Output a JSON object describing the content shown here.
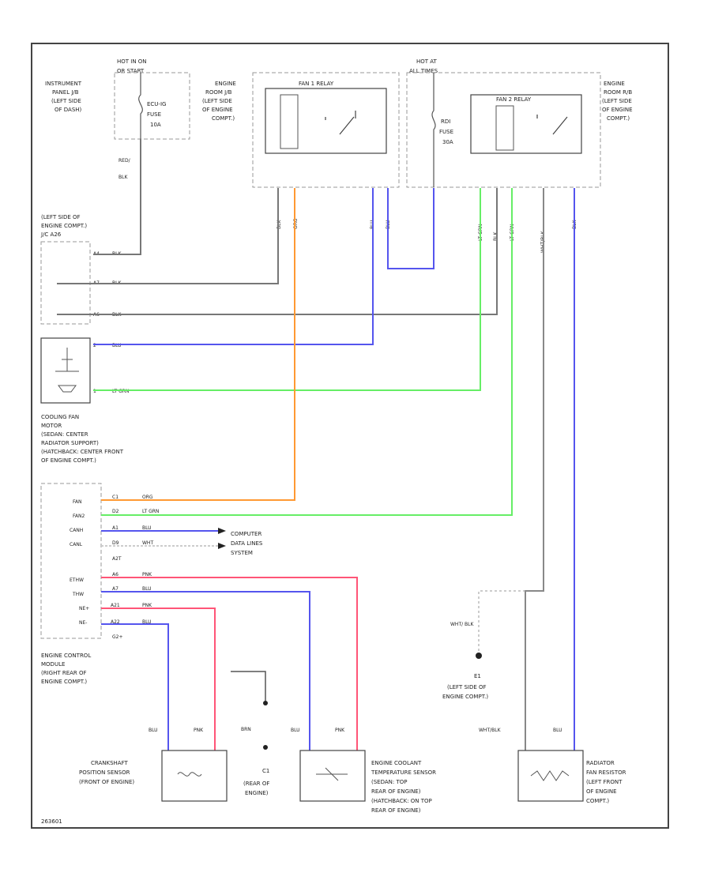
{
  "diagram": {
    "power_left": [
      "HOT IN ON",
      "OR START"
    ],
    "power_right": [
      "HOT AT",
      "ALL TIMES"
    ],
    "instrument_panel_jb": [
      "INSTRUMENT",
      "PANEL J/B",
      "(LEFT SIDE",
      "OF DASH)"
    ],
    "ecu_ig_fuse": [
      "ECU-IG",
      "FUSE",
      "10A"
    ],
    "engine_room_jb_left": [
      "ENGINE",
      "ROOM J/B",
      "(LEFT SIDE",
      "OF ENGINE",
      "COMPT.)"
    ],
    "engine_room_rb": [
      "ENGINE",
      "ROOM R/B",
      "(LEFT SIDE",
      "OF ENGINE",
      "COMPT.)"
    ],
    "fan_relay": "FAN 1 RELAY",
    "fan_relay2": "FAN 2 RELAY",
    "rdi_fuse": [
      "RDI",
      "FUSE",
      "30A"
    ],
    "wire_red_blk": [
      "RED/",
      "BLK"
    ],
    "j_block_label": [
      "(LEFT SIDE OF",
      "ENGINE COMPT.)",
      "J/C A26"
    ],
    "j_pins": [
      {
        "pin": "A4",
        "color": "BLK"
      },
      {
        "pin": "A7",
        "color": "BLK"
      },
      {
        "pin": "A6",
        "color": "BLK"
      }
    ],
    "fan_motor_pins": [
      {
        "pin": "2",
        "color": "BLU"
      },
      {
        "pin": "1",
        "color": "LT GRN"
      }
    ],
    "fan_motor_label": [
      "COOLING FAN",
      "MOTOR",
      "(SEDAN: CENTER",
      "RADIATOR SUPPORT)",
      "(HATCHBACK: CENTER FRONT",
      "OF ENGINE COMPT.)"
    ],
    "ecm_pins": [
      {
        "name": "FAN",
        "pin": "C1",
        "color": "ORG"
      },
      {
        "name": "FAN2",
        "pin": "D2",
        "color": "LT GRN"
      },
      {
        "name": "CANH",
        "pin": "A1",
        "color": "BLU"
      },
      {
        "name": "CANL",
        "pin": "D9",
        "color": "WHT"
      },
      {
        "name": "A2T",
        "pin": "",
        "color": ""
      },
      {
        "name": "ETHW",
        "pin": "A6",
        "color": "PNK"
      },
      {
        "name": "THW",
        "pin": "A7",
        "color": "BLU"
      },
      {
        "name": "NE+",
        "pin": "A21",
        "color": "PNK"
      },
      {
        "name": "NE-",
        "pin": "A22",
        "color": "BLU"
      },
      {
        "name": "G2+",
        "pin": "",
        "color": ""
      }
    ],
    "computer_data": [
      "COMPUTER",
      "DATA LINES",
      "SYSTEM"
    ],
    "ecm_label": [
      "ENGINE CONTROL",
      "MODULE",
      "(RIGHT REAR OF",
      "ENGINE COMPT.)"
    ],
    "relay_wires_left": [
      "BLK",
      "ORG",
      "BLU",
      "BLU"
    ],
    "relay_wires_right": [
      "LT GRN",
      "BLK",
      "LT GRN",
      "WHT/BLK",
      "BLK"
    ],
    "ground_left": {
      "wire": "WHT/ BLK",
      "id": "E1",
      "loc": [
        "(LEFT SIDE OF",
        "ENGINE COMPT.)"
      ]
    },
    "ground_bottom": {
      "wire": "BRN",
      "id": "C1",
      "loc": [
        "(REAR OF",
        "ENGINE)"
      ]
    },
    "crank_sensor": {
      "pins": [
        "BLU",
        "PNK"
      ],
      "label": [
        "CRANKSHAFT",
        "POSITION SENSOR",
        "(FRONT OF ENGINE)"
      ]
    },
    "ect_sensor": {
      "pins": [
        "BLU",
        "PNK"
      ],
      "label": [
        "ENGINE COOLANT",
        "TEMPERATURE SENSOR",
        "(SEDAN: TOP",
        "REAR OF ENGINE)",
        "(HATCHBACK: ON TOP",
        "REAR OF ENGINE)"
      ]
    },
    "fan_resistor": {
      "pins": [
        "WHT/BLK",
        "BLU"
      ],
      "label": [
        "RADIATOR",
        "FAN RESISTOR",
        "(LEFT FRONT",
        "OF ENGINE",
        "COMPT.)"
      ]
    },
    "code": "263601"
  },
  "colors": {
    "blk": "#777777",
    "org": "#ff9933",
    "blu": "#5555ee",
    "ltgrn": "#66ee66",
    "pnk": "#ff5577",
    "wht": "#cccccc",
    "dash": "#999999",
    "box": "#666666"
  }
}
